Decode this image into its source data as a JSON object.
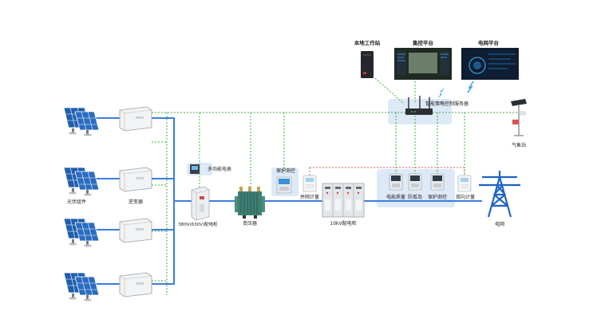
{
  "labels": {
    "local_workstation": "本地工作站",
    "control_platform": "集控平台",
    "grid_platform": "电网平台",
    "smart_server": "智能策略控制服务器",
    "weather_station": "气象站",
    "pv_module": "光伏组件",
    "inverter": "逆变器",
    "multi_meter": "多功能电表",
    "protection_control_1": "保护测控",
    "cabinet_380": "380V(630V)配电柜",
    "transformer": "变压器",
    "grid_metering": "并网计量",
    "cabinet_10kv": "10kV配电柜",
    "power_quality": "电能质量",
    "anti_islanding": "防孤岛",
    "protection_control_2": "保护测控",
    "bidirectional_metering": "双向计量",
    "grid": "电网"
  },
  "colors": {
    "power_line": "#3c7ddd",
    "comm_line": "#3bb13b",
    "comm_red": "#e25a5a",
    "panel_bg": "#dde9f7",
    "solar_blue": "#1f5fae"
  }
}
